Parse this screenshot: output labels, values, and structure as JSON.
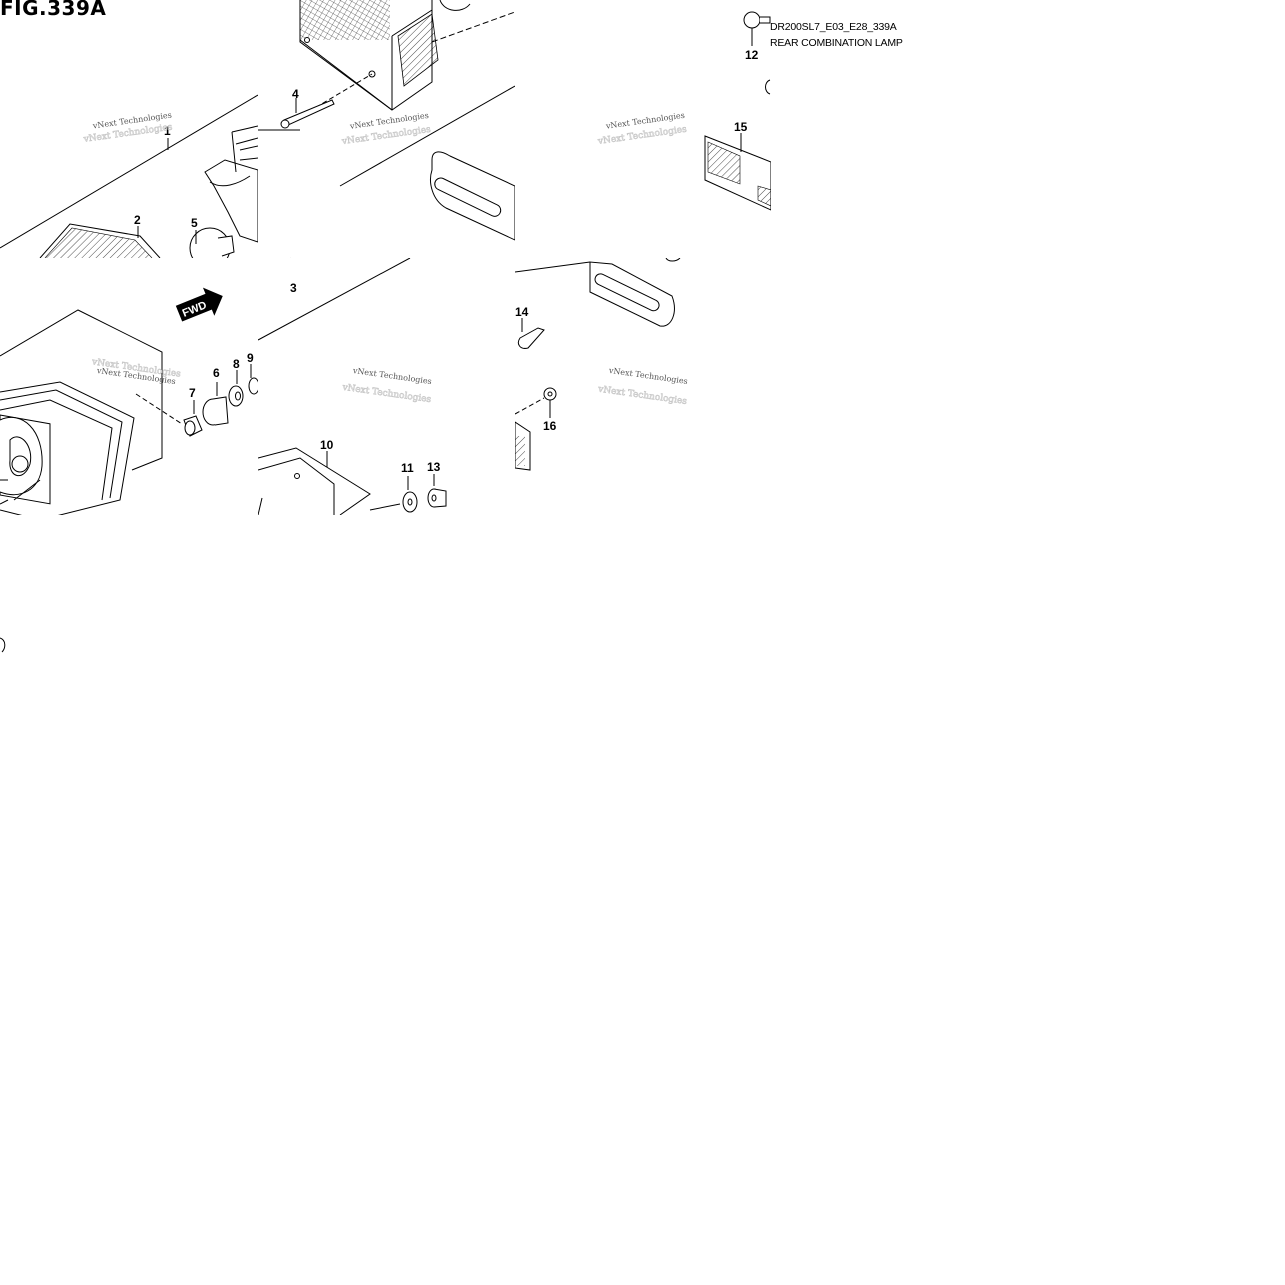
{
  "figure": {
    "title": "FIG.339A",
    "code": "DR200SL7_E03_E28_339A",
    "caption": "REAR COMBINATION LAMP"
  },
  "callouts": [
    "1",
    "2",
    "3",
    "4",
    "5",
    "6",
    "7",
    "8",
    "9",
    "10",
    "11",
    "12",
    "13",
    "14",
    "15",
    "16"
  ],
  "direction_label": "FWD",
  "watermark": "vNext Technologies"
}
